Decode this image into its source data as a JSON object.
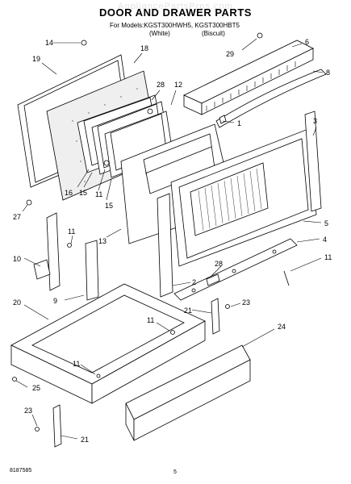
{
  "watermark": "AppliancePartsPros.com",
  "title": "DOOR AND DRAWER PARTS",
  "models_line": "For Models:KGST300HWH5, KGST300HBT5",
  "finish_left": "(White)",
  "finish_right": "(Biscuit)",
  "doc_number": "8187585",
  "page_number": "5",
  "callouts": [
    "1",
    "2",
    "3",
    "4",
    "5",
    "6",
    "8",
    "9",
    "10",
    "11",
    "11",
    "11",
    "11",
    "12",
    "13",
    "14",
    "15",
    "15",
    "16",
    "18",
    "19",
    "20",
    "21",
    "21",
    "23",
    "23",
    "24",
    "25",
    "27",
    "28",
    "28",
    "29"
  ]
}
